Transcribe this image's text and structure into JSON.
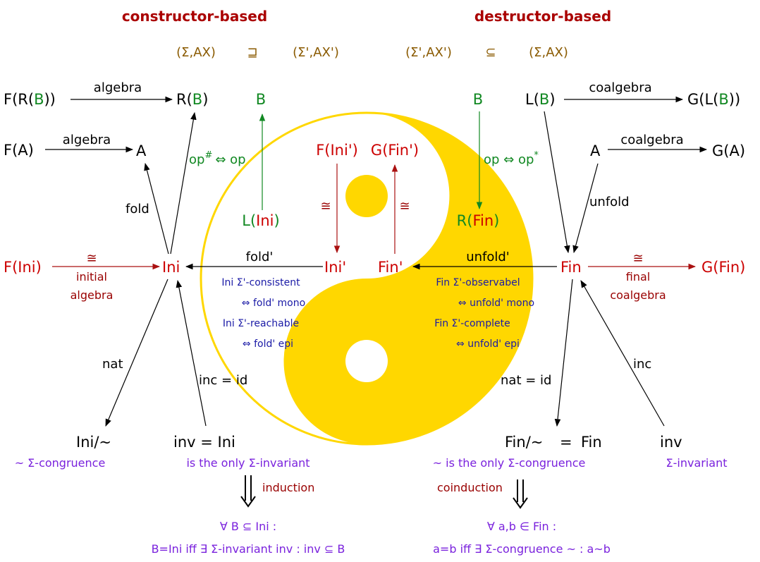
{
  "headers": {
    "constructor_title": "constructor-based",
    "destructor_title": "destructor-based",
    "left_pair_a": "(Σ,AX)",
    "left_rel": "⊒",
    "left_pair_b": "(Σ',AX')",
    "right_pair_a": "(Σ',AX')",
    "right_rel": "⊆",
    "right_pair_b": "(Σ,AX)"
  },
  "left": {
    "frb_pre": "F(R(",
    "frb_b": "B",
    "frb_post": "))",
    "algebra_top": "algebra",
    "rb_pre": "R(",
    "rb_b": "B",
    "rb_post": ")",
    "fa": "F(A)",
    "algebra_mid": "algebra",
    "a": "A",
    "fold": "fold",
    "op_hash_a": "op",
    "op_hash_sup": "#",
    "op_hash_b": "⇔ op",
    "b_top": "B",
    "l_ini_pre": "L(",
    "l_ini_mid": "Ini",
    "l_ini_post": ")",
    "f_ini": "F(Ini)",
    "iso_initial": "≅",
    "initial": "initial",
    "algebra_bottom": "algebra",
    "ini": "Ini",
    "fold_prime": "fold'",
    "ini_prime": "Ini'",
    "f_ini_prime": "F(Ini')",
    "iso_left_inner": "≅",
    "consistent_1": "Ini Σ'-consistent",
    "consistent_2": "⇔ fold' mono",
    "reachable_1": "Ini Σ'-reachable",
    "reachable_2": "⇔ fold' epi",
    "nat": "nat",
    "inc_id": "inc = id",
    "ini_quot": "Ini/~",
    "inv_ini": "inv = Ini",
    "congruence": "~ Σ-congruence",
    "only_invariant": "is the only Σ-invariant",
    "induction": "induction",
    "forall_b": "∀ B ⊆ Ini :",
    "ind_statement": "B=Ini iff ∃ Σ-invariant inv : inv ⊆ B"
  },
  "right": {
    "b_top": "B",
    "lb_pre": "L(",
    "lb_b": "B",
    "lb_post": ")",
    "coalgebra_top": "coalgebra",
    "glb_pre": "G(L(",
    "glb_b": "B",
    "glb_post": "))",
    "a": "A",
    "coalgebra_mid": "coalgebra",
    "ga": "G(A)",
    "op_star_a": "op ⇔ op",
    "op_star_sup": "*",
    "unfold": "unfold",
    "r_fin_pre": "R(",
    "r_fin_mid": "Fin",
    "r_fin_post": ")",
    "g_fin_prime": "G(Fin')",
    "iso_right_inner": "≅",
    "fin_prime": "Fin'",
    "unfold_prime": "unfold'",
    "fin": "Fin",
    "iso_final": "≅",
    "final": "final",
    "coalgebra_bottom": "coalgebra",
    "g_fin": "G(Fin)",
    "observable_1": "Fin Σ'-observabel",
    "observable_2": "⇔ unfold' mono",
    "complete_1": "Fin Σ'-complete",
    "complete_2": "⇔ unfold' epi",
    "nat_id": "nat = id",
    "inc": "inc",
    "fin_quot": "Fin/~",
    "eq": "=",
    "fin_eq": "Fin",
    "inv": "inv",
    "only_congruence": "~ is the only Σ-congruence",
    "invariant": "Σ-invariant",
    "coinduction": "coinduction",
    "forall_ab": "∀ a,b ∈ Fin :",
    "coind_statement": "a=b iff ∃ Σ-congruence ~ : a~b"
  },
  "colors": {
    "yin_yang": "#ffd700",
    "object_red": "#cc0000",
    "label_dark_red": "#990000",
    "green": "#118822",
    "brown": "#8a5a00",
    "navy": "#1a1aa6",
    "violet": "#7a22dd"
  }
}
